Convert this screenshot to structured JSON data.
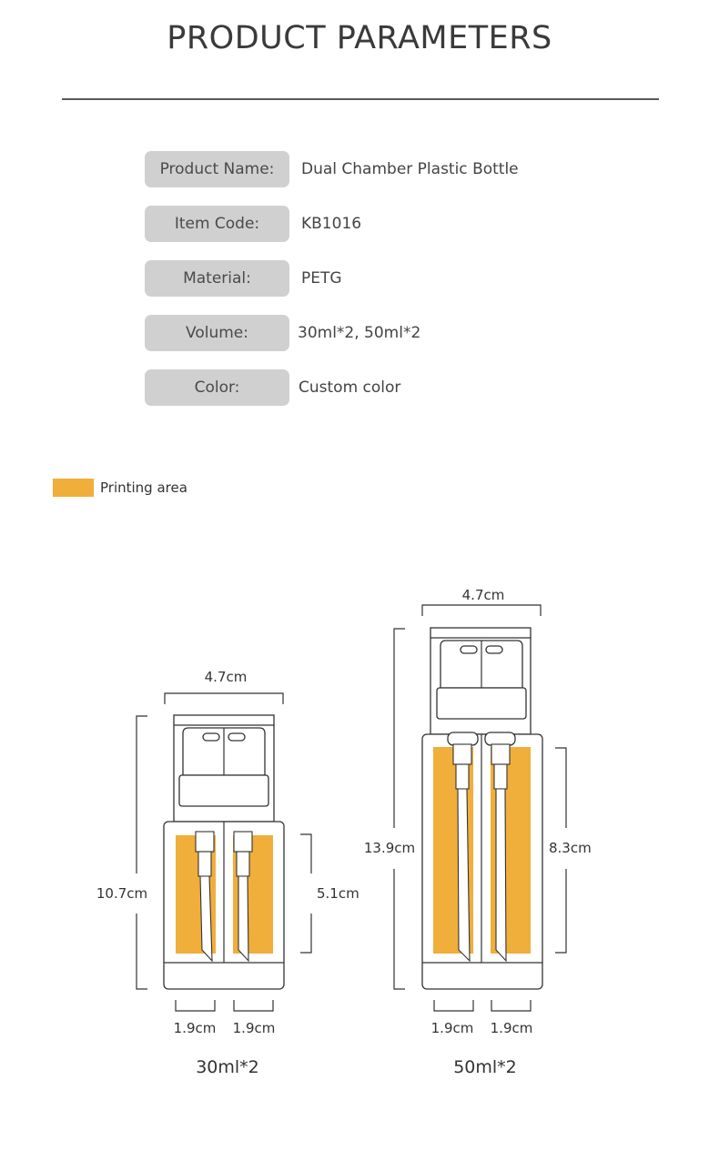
{
  "title": "PRODUCT PARAMETERS",
  "parameters": [
    {
      "label": "Product Name:",
      "value": "Dual Chamber Plastic Bottle"
    },
    {
      "label": "Item Code:",
      "value": "KB1016"
    },
    {
      "label": "Material:",
      "value": "PETG"
    },
    {
      "label": "Volume:",
      "value": "30ml*2, 50ml*2"
    },
    {
      "label": "Color:",
      "value": "Custom color"
    }
  ],
  "legend": {
    "label": "Printing area",
    "color": "#f0ae3b"
  },
  "bottles": [
    {
      "caption": "30ml*2",
      "width": "4.7cm",
      "height": "10.7cm",
      "print_height": "5.1cm",
      "chamber_left": "1.9cm",
      "chamber_right": "1.9cm"
    },
    {
      "caption": "50ml*2",
      "width": "4.7cm",
      "height": "13.9cm",
      "print_height": "8.3cm",
      "chamber_left": "1.9cm",
      "chamber_right": "1.9cm"
    }
  ]
}
